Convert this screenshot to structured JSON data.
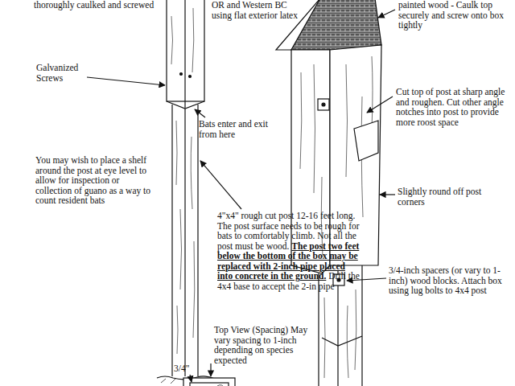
{
  "diagram": {
    "labels": [
      "thoroughly caulked and screwed",
      "OR and Western BC using flat exterior latex",
      "painted wood - Caulk top securely and screw onto box tightly",
      "Galvanized Screws",
      "Bats enter and exit from here",
      "Cut top of post at sharp angle and roughen. Cut other angle notches into post to provide more roost space",
      "You may wish to place a shelf around the post at eye level to allow for inspection or collection of guano as a way to count resident bats",
      "Slightly round off post corners",
      "4\"x4\" rough cut post 12-16 feet long. The post surface needs to be rough for bats to comfortably climb. Not all the post must be wood.",
      "The post two feet below the bottom of the box may be replaced with 2-inch pipe placed into concrete in the ground.",
      "Drill the 4x4 base to accept the 2-in pipe",
      "3/4-inch spacers (or vary to 1-inch) wood blocks. Attach box using lug bolts to 4x4 post",
      "Top View (Spacing) May vary spacing to 1-inch depending on species expected",
      "3/4\""
    ]
  }
}
